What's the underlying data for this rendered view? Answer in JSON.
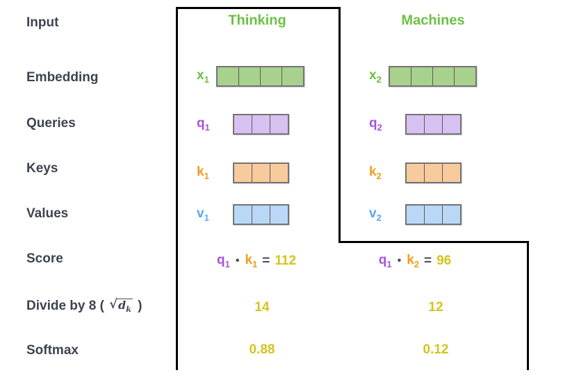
{
  "colors": {
    "label": "#3d4450",
    "dark": "#4a4f57",
    "line": "#000000",
    "green": "#6cbf44",
    "green_fill": "#a9d18e",
    "purple": "#a355d8",
    "purple_fill": "#d7c1f0",
    "orange": "#f59a22",
    "orange_fill": "#f8cb9d",
    "blue": "#58a6f6",
    "blue_fill": "#b9d8f7",
    "yellow": "#d3c41c"
  },
  "rows": {
    "input": "Input",
    "embedding": "Embedding",
    "queries": "Queries",
    "keys": "Keys",
    "values": "Values",
    "score": "Score",
    "divide": {
      "prefix": "Divide by 8 ( ",
      "sqrt": "√",
      "radicand": "d",
      "radicand_sub": "k",
      "suffix": " )"
    },
    "softmax": "Softmax"
  },
  "columns": [
    {
      "title": "Thinking",
      "embedding": {
        "base": "x",
        "sub": "1",
        "cells": 4
      },
      "query": {
        "base": "q",
        "sub": "1",
        "cells": 3
      },
      "key": {
        "base": "k",
        "sub": "1",
        "cells": 3
      },
      "value": {
        "base": "v",
        "sub": "1",
        "cells": 3
      },
      "score": {
        "q": "q",
        "q_sub": "1",
        "dot": "•",
        "k": "k",
        "k_sub": "1",
        "eq": "=",
        "result": "112"
      },
      "divided": "14",
      "softmax": "0.88"
    },
    {
      "title": "Machines",
      "embedding": {
        "base": "x",
        "sub": "2",
        "cells": 4
      },
      "query": {
        "base": "q",
        "sub": "2",
        "cells": 3
      },
      "key": {
        "base": "k",
        "sub": "2",
        "cells": 3
      },
      "value": {
        "base": "v",
        "sub": "2",
        "cells": 3
      },
      "score": {
        "q": "q",
        "q_sub": "1",
        "dot": "•",
        "k": "k",
        "k_sub": "2",
        "eq": "=",
        "result": "96"
      },
      "divided": "12",
      "softmax": "0.12"
    }
  ]
}
